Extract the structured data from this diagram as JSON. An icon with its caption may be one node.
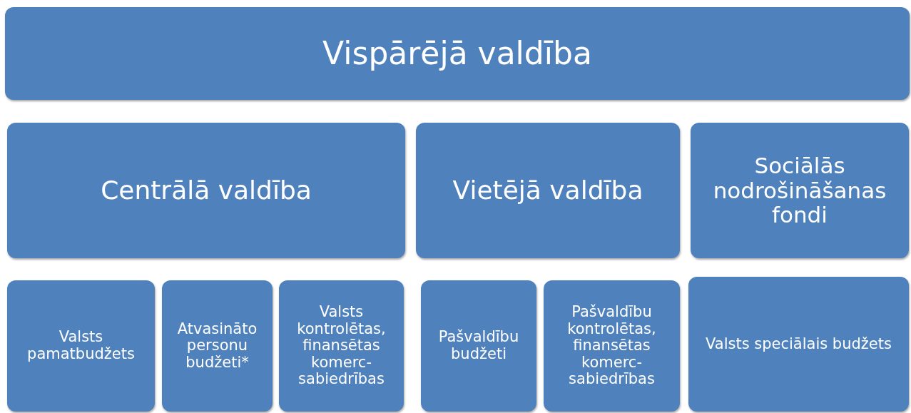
{
  "diagram": {
    "nodes": [
      {
        "text": [
          "Vispārējā valdība"
        ]
      },
      {
        "text": [
          "Centrālā valdība"
        ]
      },
      {
        "text": [
          "Vietējā valdība"
        ]
      },
      {
        "text": [
          "Sociālās nodrošināšanas fondi"
        ]
      },
      {
        "text": [
          "Valsts pamatbudžets"
        ]
      },
      {
        "text": [
          "Atvasināto personu budžeti*"
        ]
      },
      {
        "text": [
          "Valsts kontrolētas, finansētas komerc- sabiedrības"
        ]
      },
      {
        "text": [
          "Pašvaldību budžeti"
        ]
      },
      {
        "text": [
          "Pašvaldību kontrolētas, finansētas komerc- sabiedrības"
        ]
      },
      {
        "text": [
          "Valsts speciālais budžets"
        ]
      }
    ]
  }
}
